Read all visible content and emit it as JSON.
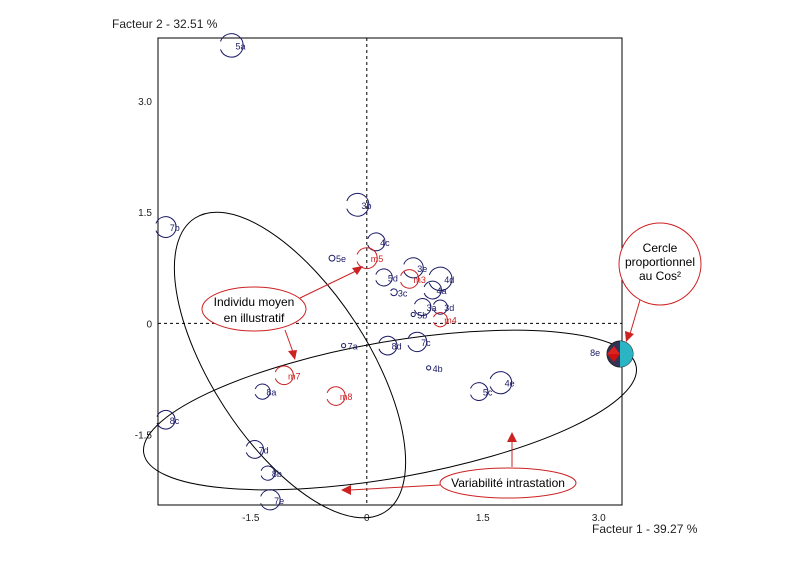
{
  "chart_data": {
    "type": "scatter",
    "title": "",
    "xlabel": "Facteur 1  -  39.27 %",
    "ylabel": "Facteur 2  -  32.51 %",
    "xlim": [
      -2.7,
      3.3
    ],
    "ylim": [
      -2.45,
      3.85
    ],
    "x_ticks": [
      -1.5,
      0,
      1.5,
      3.0
    ],
    "x_tick_labels": [
      "-1.5",
      "0",
      "1.5",
      "3.0"
    ],
    "y_ticks": [
      -1.5,
      0,
      1.5,
      3.0
    ],
    "y_tick_labels": [
      "-1.5",
      "0",
      "1.5",
      "3.0"
    ],
    "grid": false,
    "reference_lines": [
      0,
      0
    ],
    "colors": {
      "active": "#1a1a66",
      "illustrative": "#cc2222",
      "callout": "#cc2222",
      "frame": "#000000"
    },
    "series": [
      {
        "kind": "active",
        "points": [
          {
            "label": "5a",
            "x": -1.75,
            "y": 3.75,
            "cos2": 0.95
          },
          {
            "label": "3b",
            "x": -0.12,
            "y": 1.6,
            "cos2": 0.9
          },
          {
            "label": "7b",
            "x": -2.6,
            "y": 1.3,
            "cos2": 0.75
          },
          {
            "label": "4c",
            "x": 0.12,
            "y": 1.1,
            "cos2": 0.55
          },
          {
            "label": "5e",
            "x": -0.45,
            "y": 0.88,
            "cos2": 0.06
          },
          {
            "label": "3e",
            "x": 0.6,
            "y": 0.75,
            "cos2": 0.7
          },
          {
            "label": "4d",
            "x": 0.95,
            "y": 0.6,
            "cos2": 0.95
          },
          {
            "label": "5d",
            "x": 0.22,
            "y": 0.62,
            "cos2": 0.5
          },
          {
            "label": "3c",
            "x": 0.35,
            "y": 0.42,
            "cos2": 0.08
          },
          {
            "label": "4a",
            "x": 0.85,
            "y": 0.45,
            "cos2": 0.55
          },
          {
            "label": "3a",
            "x": 0.72,
            "y": 0.22,
            "cos2": 0.5
          },
          {
            "label": "3d",
            "x": 0.95,
            "y": 0.22,
            "cos2": 0.35
          },
          {
            "label": "5b",
            "x": 0.6,
            "y": 0.12,
            "cos2": 0.03
          },
          {
            "label": "7a",
            "x": -0.3,
            "y": -0.3,
            "cos2": 0.03
          },
          {
            "label": "8d",
            "x": 0.27,
            "y": -0.3,
            "cos2": 0.6
          },
          {
            "label": "7c",
            "x": 0.65,
            "y": -0.25,
            "cos2": 0.65
          },
          {
            "label": "4b",
            "x": 0.8,
            "y": -0.6,
            "cos2": 0.03
          },
          {
            "label": "4e",
            "x": 1.73,
            "y": -0.8,
            "cos2": 0.85
          },
          {
            "label": "5c",
            "x": 1.45,
            "y": -0.92,
            "cos2": 0.55
          },
          {
            "label": "8a",
            "x": -1.35,
            "y": -0.92,
            "cos2": 0.4
          },
          {
            "label": "8c",
            "x": -2.6,
            "y": -1.3,
            "cos2": 0.6
          },
          {
            "label": "7d",
            "x": -1.45,
            "y": -1.7,
            "cos2": 0.55
          },
          {
            "label": "8b",
            "x": -1.28,
            "y": -2.02,
            "cos2": 0.35
          },
          {
            "label": "7e",
            "x": -1.25,
            "y": -2.38,
            "cos2": 0.7
          },
          {
            "label": "8e",
            "x": 3.25,
            "y": -0.4,
            "cos2": 1.0
          }
        ]
      },
      {
        "kind": "illustrative",
        "points": [
          {
            "label": "m5",
            "x": 0.0,
            "y": 0.88,
            "cos2": 0.75
          },
          {
            "label": "m3",
            "x": 0.55,
            "y": 0.6,
            "cos2": 0.6
          },
          {
            "label": "m4",
            "x": 0.95,
            "y": 0.05,
            "cos2": 0.35
          },
          {
            "label": "m7",
            "x": -1.07,
            "y": -0.7,
            "cos2": 0.6
          },
          {
            "label": "m8",
            "x": -0.4,
            "y": -0.98,
            "cos2": 0.6
          }
        ]
      }
    ],
    "annotations": [
      {
        "lines": [
          "Individu moyen",
          "en illustratif"
        ]
      },
      {
        "lines": [
          "Variabilité intrastation"
        ]
      },
      {
        "lines": [
          "Cercle",
          "proportionnel",
          "au Cos²"
        ]
      }
    ]
  }
}
